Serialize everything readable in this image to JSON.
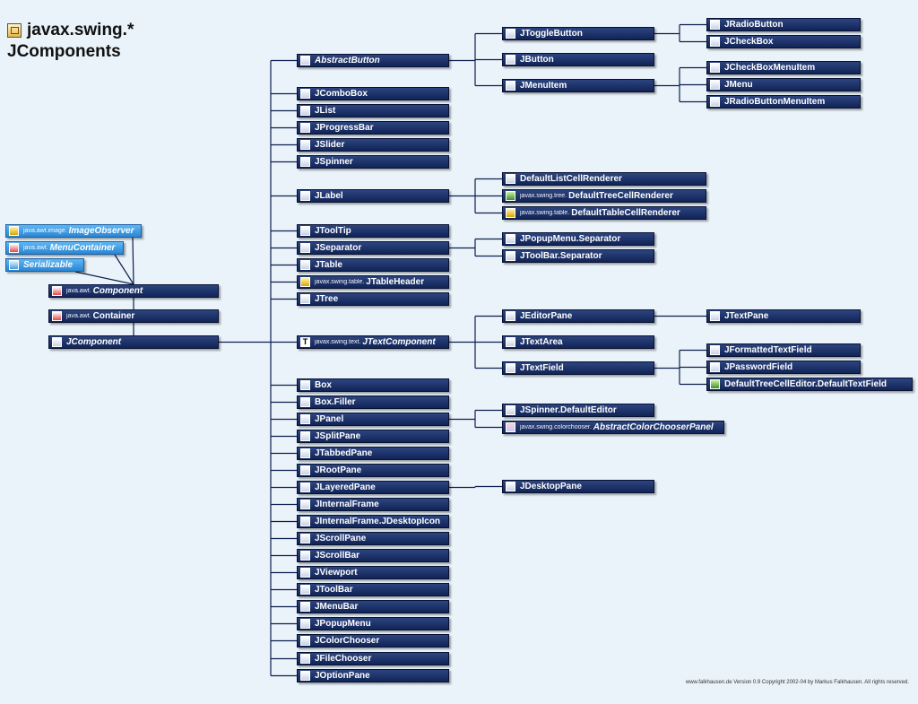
{
  "title": {
    "line1": "javax.swing.*",
    "line2": "JComponents"
  },
  "footer": "www.falkhausen.de Version 0.9 Copyright 2002-04 by Markus Falkhausen. All rights reserved.",
  "colors": {
    "node": "#1c3266",
    "interface": "#3d9ae3",
    "edge": "#0c1f4e",
    "background": "#eaf3fa"
  },
  "nodes": [
    {
      "id": "imageobserver",
      "pkg": "java.awt.image.",
      "label": "ImageObserver",
      "italic": true,
      "iface": true,
      "icon": "image-icon"
    },
    {
      "id": "menucontainer",
      "pkg": "java.awt.",
      "label": "MenuContainer",
      "italic": true,
      "iface": true,
      "icon": "monitor-icon"
    },
    {
      "id": "serializable",
      "pkg": "",
      "label": "Serializable",
      "italic": true,
      "iface": true,
      "icon": "serializable-icon"
    },
    {
      "id": "component",
      "pkg": "java.awt.",
      "label": "Component",
      "italic": true,
      "icon": "monitor-icon"
    },
    {
      "id": "container",
      "pkg": "java.awt.",
      "label": "Container",
      "icon": "monitor-icon"
    },
    {
      "id": "jcomponent",
      "pkg": "",
      "label": "JComponent",
      "italic": true,
      "icon": "class-icon"
    },
    {
      "id": "abstractbutton",
      "pkg": "",
      "label": "AbstractButton",
      "italic": true,
      "icon": "class-icon"
    },
    {
      "id": "jcombobox",
      "pkg": "",
      "label": "JComboBox",
      "icon": "class-icon"
    },
    {
      "id": "jlist",
      "pkg": "",
      "label": "JList",
      "icon": "class-icon"
    },
    {
      "id": "jprogressbar",
      "pkg": "",
      "label": "JProgressBar",
      "icon": "class-icon"
    },
    {
      "id": "jslider",
      "pkg": "",
      "label": "JSlider",
      "icon": "class-icon"
    },
    {
      "id": "jspinner",
      "pkg": "",
      "label": "JSpinner",
      "icon": "class-icon"
    },
    {
      "id": "jlabel",
      "pkg": "",
      "label": "JLabel",
      "icon": "class-icon"
    },
    {
      "id": "jtooltip",
      "pkg": "",
      "label": "JToolTip",
      "icon": "class-icon"
    },
    {
      "id": "jseparator",
      "pkg": "",
      "label": "JSeparator",
      "icon": "class-icon"
    },
    {
      "id": "jtable",
      "pkg": "",
      "label": "JTable",
      "icon": "class-icon"
    },
    {
      "id": "jtableheader",
      "pkg": "javax.swing.table.",
      "label": "JTableHeader",
      "icon": "table-icon"
    },
    {
      "id": "jtree",
      "pkg": "",
      "label": "JTree",
      "icon": "class-icon"
    },
    {
      "id": "jtextcomponent",
      "pkg": "javax.swing.text.",
      "label": "JTextComponent",
      "italic": true,
      "icon": "text-icon"
    },
    {
      "id": "box",
      "pkg": "",
      "label": "Box",
      "icon": "class-icon"
    },
    {
      "id": "boxfiller",
      "pkg": "",
      "label": "Box.Filler",
      "icon": "class-icon"
    },
    {
      "id": "jpanel",
      "pkg": "",
      "label": "JPanel",
      "icon": "class-icon"
    },
    {
      "id": "jsplitpane",
      "pkg": "",
      "label": "JSplitPane",
      "icon": "class-icon"
    },
    {
      "id": "jtabbedpane",
      "pkg": "",
      "label": "JTabbedPane",
      "icon": "class-icon"
    },
    {
      "id": "jrootpane",
      "pkg": "",
      "label": "JRootPane",
      "icon": "class-icon"
    },
    {
      "id": "jlayeredpane",
      "pkg": "",
      "label": "JLayeredPane",
      "icon": "class-icon"
    },
    {
      "id": "jinternalframe",
      "pkg": "",
      "label": "JInternalFrame",
      "icon": "class-icon"
    },
    {
      "id": "jdesktopicon",
      "pkg": "",
      "label": "JInternalFrame.JDesktopIcon",
      "icon": "class-icon"
    },
    {
      "id": "jscrollpane",
      "pkg": "",
      "label": "JScrollPane",
      "icon": "class-icon"
    },
    {
      "id": "jscrollbar",
      "pkg": "",
      "label": "JScrollBar",
      "icon": "class-icon"
    },
    {
      "id": "jviewport",
      "pkg": "",
      "label": "JViewport",
      "icon": "class-icon"
    },
    {
      "id": "jtoolbar",
      "pkg": "",
      "label": "JToolBar",
      "icon": "class-icon"
    },
    {
      "id": "jmenubar",
      "pkg": "",
      "label": "JMenuBar",
      "icon": "class-icon"
    },
    {
      "id": "jpopupmenu",
      "pkg": "",
      "label": "JPopupMenu",
      "icon": "class-icon"
    },
    {
      "id": "jcolorchooser",
      "pkg": "",
      "label": "JColorChooser",
      "icon": "class-icon"
    },
    {
      "id": "jfilechooser",
      "pkg": "",
      "label": "JFileChooser",
      "icon": "class-icon"
    },
    {
      "id": "joptionpane",
      "pkg": "",
      "label": "JOptionPane",
      "icon": "class-icon"
    },
    {
      "id": "jtogglebutton",
      "pkg": "",
      "label": "JToggleButton",
      "icon": "class-icon"
    },
    {
      "id": "jbutton",
      "pkg": "",
      "label": "JButton",
      "icon": "class-icon"
    },
    {
      "id": "jmenuitem",
      "pkg": "",
      "label": "JMenuItem",
      "icon": "class-icon"
    },
    {
      "id": "defaultlistcellrenderer",
      "pkg": "",
      "label": "DefaultListCellRenderer",
      "icon": "class-icon"
    },
    {
      "id": "defaulttreecellrenderer",
      "pkg": "javax.swing.tree.",
      "label": "DefaultTreeCellRenderer",
      "icon": "tree-icon"
    },
    {
      "id": "defaulttablecellrenderer",
      "pkg": "javax.swing.table.",
      "label": "DefaultTableCellRenderer",
      "icon": "table-icon"
    },
    {
      "id": "popupseparator",
      "pkg": "",
      "label": "JPopupMenu.Separator",
      "icon": "class-icon"
    },
    {
      "id": "toolbarseparator",
      "pkg": "",
      "label": "JToolBar.Separator",
      "icon": "class-icon"
    },
    {
      "id": "jeditorpane",
      "pkg": "",
      "label": "JEditorPane",
      "icon": "class-icon"
    },
    {
      "id": "jtextarea",
      "pkg": "",
      "label": "JTextArea",
      "icon": "class-icon"
    },
    {
      "id": "jtextfield",
      "pkg": "",
      "label": "JTextField",
      "icon": "class-icon"
    },
    {
      "id": "spinnerdefaulteditor",
      "pkg": "",
      "label": "JSpinner.DefaultEditor",
      "icon": "class-icon"
    },
    {
      "id": "abstractcolorchooserpanel",
      "pkg": "javax.swing.colorchooser.",
      "label": "AbstractColorChooserPanel",
      "italic": true,
      "icon": "colorchooser-icon"
    },
    {
      "id": "jdesktoppane",
      "pkg": "",
      "label": "JDesktopPane",
      "icon": "class-icon"
    },
    {
      "id": "jradiobutton",
      "pkg": "",
      "label": "JRadioButton",
      "icon": "class-icon"
    },
    {
      "id": "jcheckbox",
      "pkg": "",
      "label": "JCheckBox",
      "icon": "class-icon"
    },
    {
      "id": "jcheckboxmenuitem",
      "pkg": "",
      "label": "JCheckBoxMenuItem",
      "icon": "class-icon"
    },
    {
      "id": "jmenu",
      "pkg": "",
      "label": "JMenu",
      "icon": "class-icon"
    },
    {
      "id": "jradiobuttonmenuitem",
      "pkg": "",
      "label": "JRadioButtonMenuItem",
      "icon": "class-icon"
    },
    {
      "id": "jtextpane",
      "pkg": "",
      "label": "JTextPane",
      "icon": "class-icon"
    },
    {
      "id": "jformattedtextfield",
      "pkg": "",
      "label": "JFormattedTextField",
      "icon": "class-icon"
    },
    {
      "id": "jpasswordfield",
      "pkg": "",
      "label": "JPasswordField",
      "icon": "class-icon"
    },
    {
      "id": "defaulttextfield",
      "pkg": "",
      "label": "DefaultTreeCellEditor.DefaultTextField",
      "icon": "tree-icon"
    }
  ],
  "edges": [
    {
      "parent": "jcomponent",
      "children": [
        "abstractbutton",
        "jcombobox",
        "jlist",
        "jprogressbar",
        "jslider",
        "jspinner",
        "jlabel",
        "jtooltip",
        "jseparator",
        "jtable",
        "jtableheader",
        "jtree",
        "jtextcomponent",
        "box",
        "boxfiller",
        "jpanel",
        "jsplitpane",
        "jtabbedpane",
        "jrootpane",
        "jlayeredpane",
        "jinternalframe",
        "jdesktopicon",
        "jscrollpane",
        "jscrollbar",
        "jviewport",
        "jtoolbar",
        "jmenubar",
        "jpopupmenu",
        "jcolorchooser",
        "jfilechooser",
        "joptionpane"
      ]
    },
    {
      "parent": "abstractbutton",
      "children": [
        "jtogglebutton",
        "jbutton",
        "jmenuitem"
      ]
    },
    {
      "parent": "jtogglebutton",
      "children": [
        "jradiobutton",
        "jcheckbox"
      ]
    },
    {
      "parent": "jmenuitem",
      "children": [
        "jcheckboxmenuitem",
        "jmenu",
        "jradiobuttonmenuitem"
      ]
    },
    {
      "parent": "jlabel",
      "children": [
        "defaultlistcellrenderer",
        "defaulttreecellrenderer",
        "defaulttablecellrenderer"
      ]
    },
    {
      "parent": "jseparator",
      "children": [
        "popupseparator",
        "toolbarseparator"
      ]
    },
    {
      "parent": "jtextcomponent",
      "children": [
        "jeditorpane",
        "jtextarea",
        "jtextfield"
      ]
    },
    {
      "parent": "jeditorpane",
      "children": [
        "jtextpane"
      ]
    },
    {
      "parent": "jtextfield",
      "children": [
        "jformattedtextfield",
        "jpasswordfield",
        "defaulttextfield"
      ]
    },
    {
      "parent": "jpanel",
      "children": [
        "spinnerdefaulteditor",
        "abstractcolorchooserpanel"
      ]
    },
    {
      "parent": "jlayeredpane",
      "children": [
        "jdesktoppane"
      ]
    }
  ]
}
